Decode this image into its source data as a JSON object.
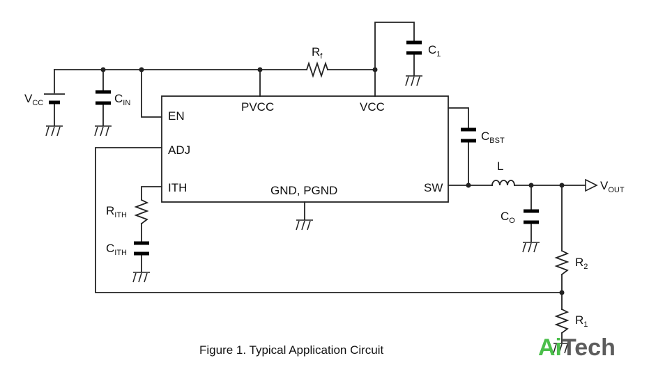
{
  "caption": "Figure 1. Typical Application Circuit",
  "ic_pins": {
    "en": "EN",
    "adj": "ADJ",
    "ith": "ITH",
    "pvcc": "PVCC",
    "vcc": "VCC",
    "sw": "SW",
    "gnd": "GND, PGND"
  },
  "components": {
    "vcc_source": {
      "main": "V",
      "sub": "CC"
    },
    "cin": {
      "main": "C",
      "sub": "IN"
    },
    "rf": {
      "main": "R",
      "sub": "f"
    },
    "c1": {
      "main": "C",
      "sub": "1"
    },
    "cbst": {
      "main": "C",
      "sub": "BST"
    },
    "inductor": {
      "main": "L",
      "sub": ""
    },
    "co": {
      "main": "C",
      "sub": "O"
    },
    "vout": {
      "main": "V",
      "sub": "OUT"
    },
    "r2": {
      "main": "R",
      "sub": "2"
    },
    "r1": {
      "main": "R",
      "sub": "1"
    },
    "rith": {
      "main": "R",
      "sub": "ITH"
    },
    "cith": {
      "main": "C",
      "sub": "ITH"
    }
  },
  "watermark": {
    "part1": "Ai",
    "part2": "Tech"
  },
  "colors": {
    "wire": "#222222",
    "logo_green": "#4bbf4b",
    "logo_gray": "#5c5c5c"
  }
}
